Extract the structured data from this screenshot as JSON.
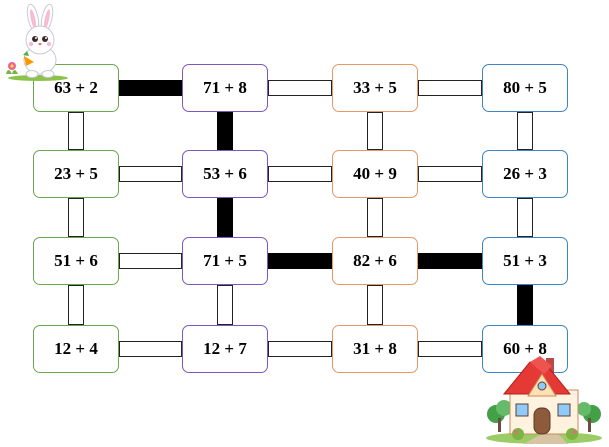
{
  "maze": {
    "rows": [
      [
        {
          "expr": "63 + 2",
          "color": "#6aa84f"
        },
        {
          "expr": "71 + 8",
          "color": "#7e57c2"
        },
        {
          "expr": "33 + 5",
          "color": "#e69966"
        },
        {
          "expr": "80 + 5",
          "color": "#3d85c6"
        }
      ],
      [
        {
          "expr": "23 + 5",
          "color": "#6aa84f"
        },
        {
          "expr": "53 + 6",
          "color": "#7e57c2"
        },
        {
          "expr": "40 + 9",
          "color": "#e69966"
        },
        {
          "expr": "26 + 3",
          "color": "#3d85c6"
        }
      ],
      [
        {
          "expr": "51 + 6",
          "color": "#6aa84f"
        },
        {
          "expr": "71 + 5",
          "color": "#7e57c2"
        },
        {
          "expr": "82 + 6",
          "color": "#e69966"
        },
        {
          "expr": "51 + 3",
          "color": "#3d85c6"
        }
      ],
      [
        {
          "expr": "12 + 4",
          "color": "#6aa84f"
        },
        {
          "expr": "12 + 7",
          "color": "#7e57c2"
        },
        {
          "expr": "31 + 8",
          "color": "#e69966"
        },
        {
          "expr": "60 + 8",
          "color": "#3d85c6"
        }
      ]
    ],
    "path": [
      [
        0,
        0
      ],
      [
        0,
        1
      ],
      [
        1,
        1
      ],
      [
        2,
        1
      ],
      [
        2,
        2
      ],
      [
        2,
        3
      ],
      [
        3,
        3
      ]
    ],
    "start_icon": "bunny-icon",
    "goal_icon": "house-icon"
  }
}
